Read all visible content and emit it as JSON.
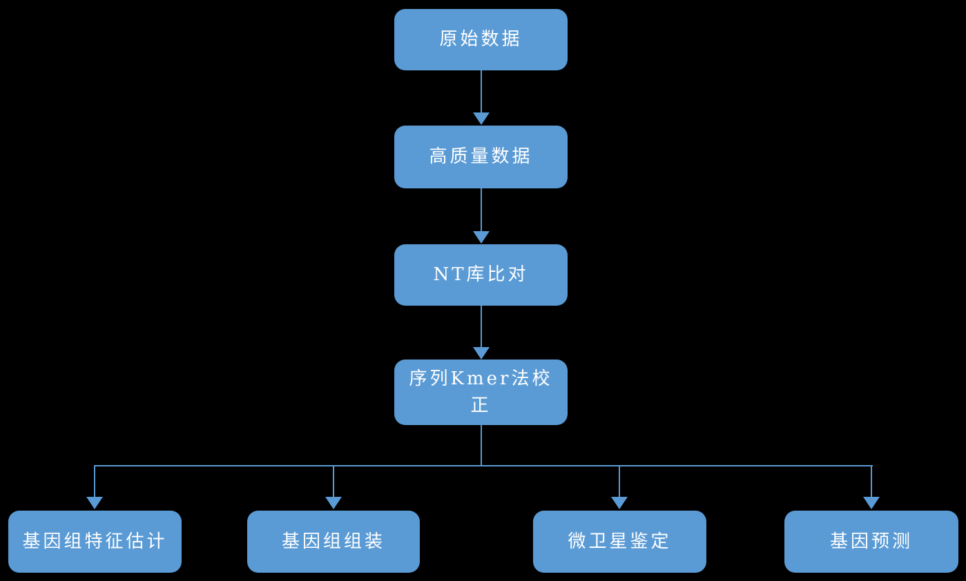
{
  "diagram": {
    "type": "flowchart",
    "direction": "top-down",
    "main_chain": [
      {
        "id": "raw-data",
        "label": "原始数据"
      },
      {
        "id": "high-quality-data",
        "label": "高质量数据"
      },
      {
        "id": "nt-alignment",
        "label": "NT库比对"
      },
      {
        "id": "kmer-correction",
        "label": "序列Kmer法校正"
      }
    ],
    "branches": [
      {
        "id": "genome-feature-estimation",
        "label": "基因组特征估计"
      },
      {
        "id": "genome-assembly",
        "label": "基因组组装"
      },
      {
        "id": "microsatellite-identification",
        "label": "微卫星鉴定"
      },
      {
        "id": "gene-prediction",
        "label": "基因预测"
      }
    ],
    "icons": {
      "connector_arrow": "arrow-down-icon"
    },
    "colors": {
      "background": "#000000",
      "node_fill": "#5b9bd5",
      "node_text": "#ffffff",
      "connector": "#5b9bd5"
    }
  }
}
